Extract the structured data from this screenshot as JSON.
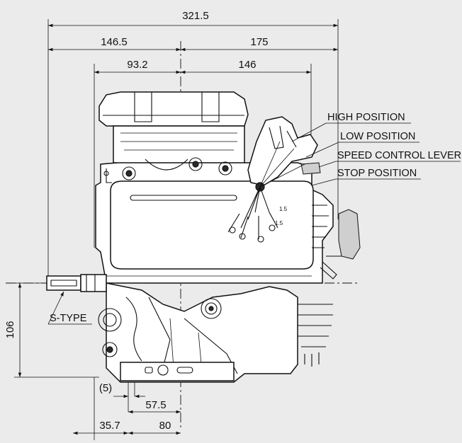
{
  "dimensions": {
    "overall_width": "321.5",
    "left_of_center": "146.5",
    "right_of_center": "175",
    "inner_left": "93.2",
    "inner_right": "146",
    "shaft_height": "106",
    "offset_5": "(5)",
    "mount_57": "57.5",
    "mount_35": "35.7",
    "mount_80": "80",
    "note_1": "1.5",
    "note_2": "1.5"
  },
  "labels": {
    "high_position": "HIGH POSITION",
    "low_position": "LOW POSITION",
    "speed_control_lever": "SPEED CONTROL LEVER",
    "stop_position": "STOP POSITION",
    "s_type": "S-TYPE"
  },
  "colors": {
    "background": "#ebebeb",
    "line": "#111111",
    "body_fill": "#ffffff"
  }
}
